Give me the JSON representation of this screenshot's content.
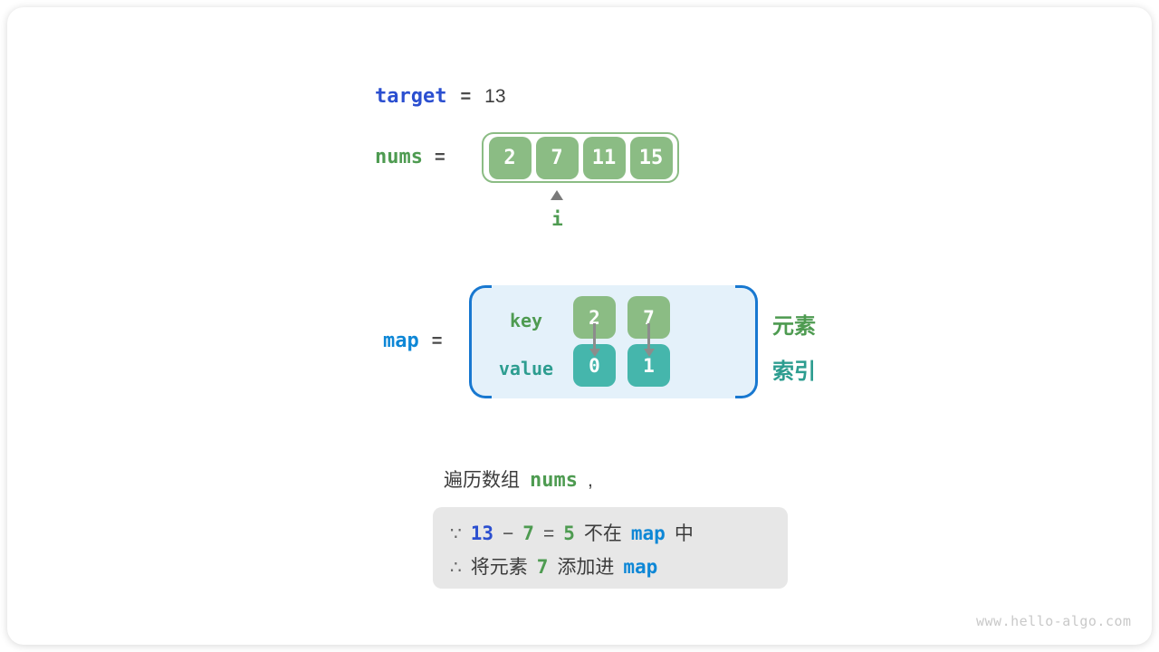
{
  "colors": {
    "royal_blue": "#2B4FD0",
    "azure_blue": "#0E87D6",
    "green_text": "#4E9B51",
    "green_box": "#8BBC84",
    "teal_text": "#2D9D90",
    "teal_box": "#45B6AC",
    "bracket_blue": "#1878D0",
    "map_fill": "#E4F1FA",
    "note_bg": "#E7E7E7",
    "dark_text": "#3C3C3C",
    "arrow_gray": "#8C8C8C",
    "watermark_gray": "#C9C9C9"
  },
  "target_row": {
    "label": "target",
    "equals": "=",
    "value": "13"
  },
  "nums_row": {
    "label": "nums",
    "equals": "=",
    "cells": [
      "2",
      "7",
      "11",
      "15"
    ],
    "pointer_icon": "up-caret",
    "pointer_label": "i"
  },
  "map_row": {
    "label": "map",
    "equals": "=",
    "key_label": "key",
    "value_label": "value",
    "keys": [
      "2",
      "7"
    ],
    "values": [
      "0",
      "1"
    ],
    "element_label": "元素",
    "index_label": "索引"
  },
  "caption": {
    "text": "遍历数组",
    "code": "nums",
    "comma": ","
  },
  "note": {
    "line1": {
      "symbol": "∵",
      "target_value": "13",
      "minus": "−",
      "element_value": "7",
      "equals": "=",
      "result_value": "5",
      "not_in_text": "不在",
      "map_label": "map",
      "suffix_text": "中"
    },
    "line2": {
      "symbol": "∴",
      "prefix_text": "将元素",
      "element_value": "7",
      "middle_text": "添加进",
      "map_label": "map"
    }
  },
  "watermark": "www.hello-algo.com"
}
